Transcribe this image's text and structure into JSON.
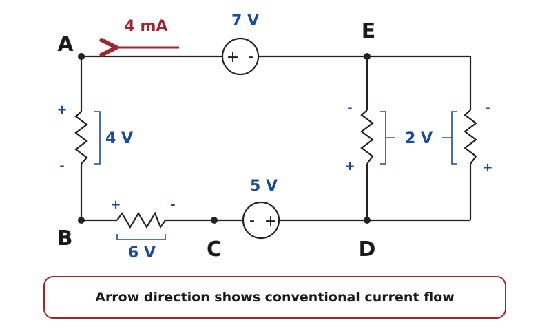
{
  "nodes": {
    "a": "A",
    "b": "B",
    "c": "C",
    "d": "D",
    "e": "E"
  },
  "current": {
    "label": "4 mA",
    "color": "#a0252c"
  },
  "sources": {
    "top": {
      "label": "7 V",
      "left_sign": "+",
      "right_sign": "-"
    },
    "bottom": {
      "label": "5 V",
      "left_sign": "-",
      "right_sign": "+"
    }
  },
  "resistors": {
    "ab": {
      "label": "4 V",
      "top_sign": "+",
      "bottom_sign": "-"
    },
    "bc": {
      "label": "6 V",
      "left_sign": "+",
      "right_sign": "-"
    },
    "ed_inner": {
      "top_sign": "-",
      "bottom_sign": "+"
    },
    "ed_outer": {
      "top_sign": "-",
      "bottom_sign": "+"
    },
    "parallel_label": "2 V"
  },
  "caption": "Arrow direction shows conventional current flow",
  "colors": {
    "voltage": "#1b4b9a",
    "wire": "#222222",
    "accent": "#a0252c"
  }
}
